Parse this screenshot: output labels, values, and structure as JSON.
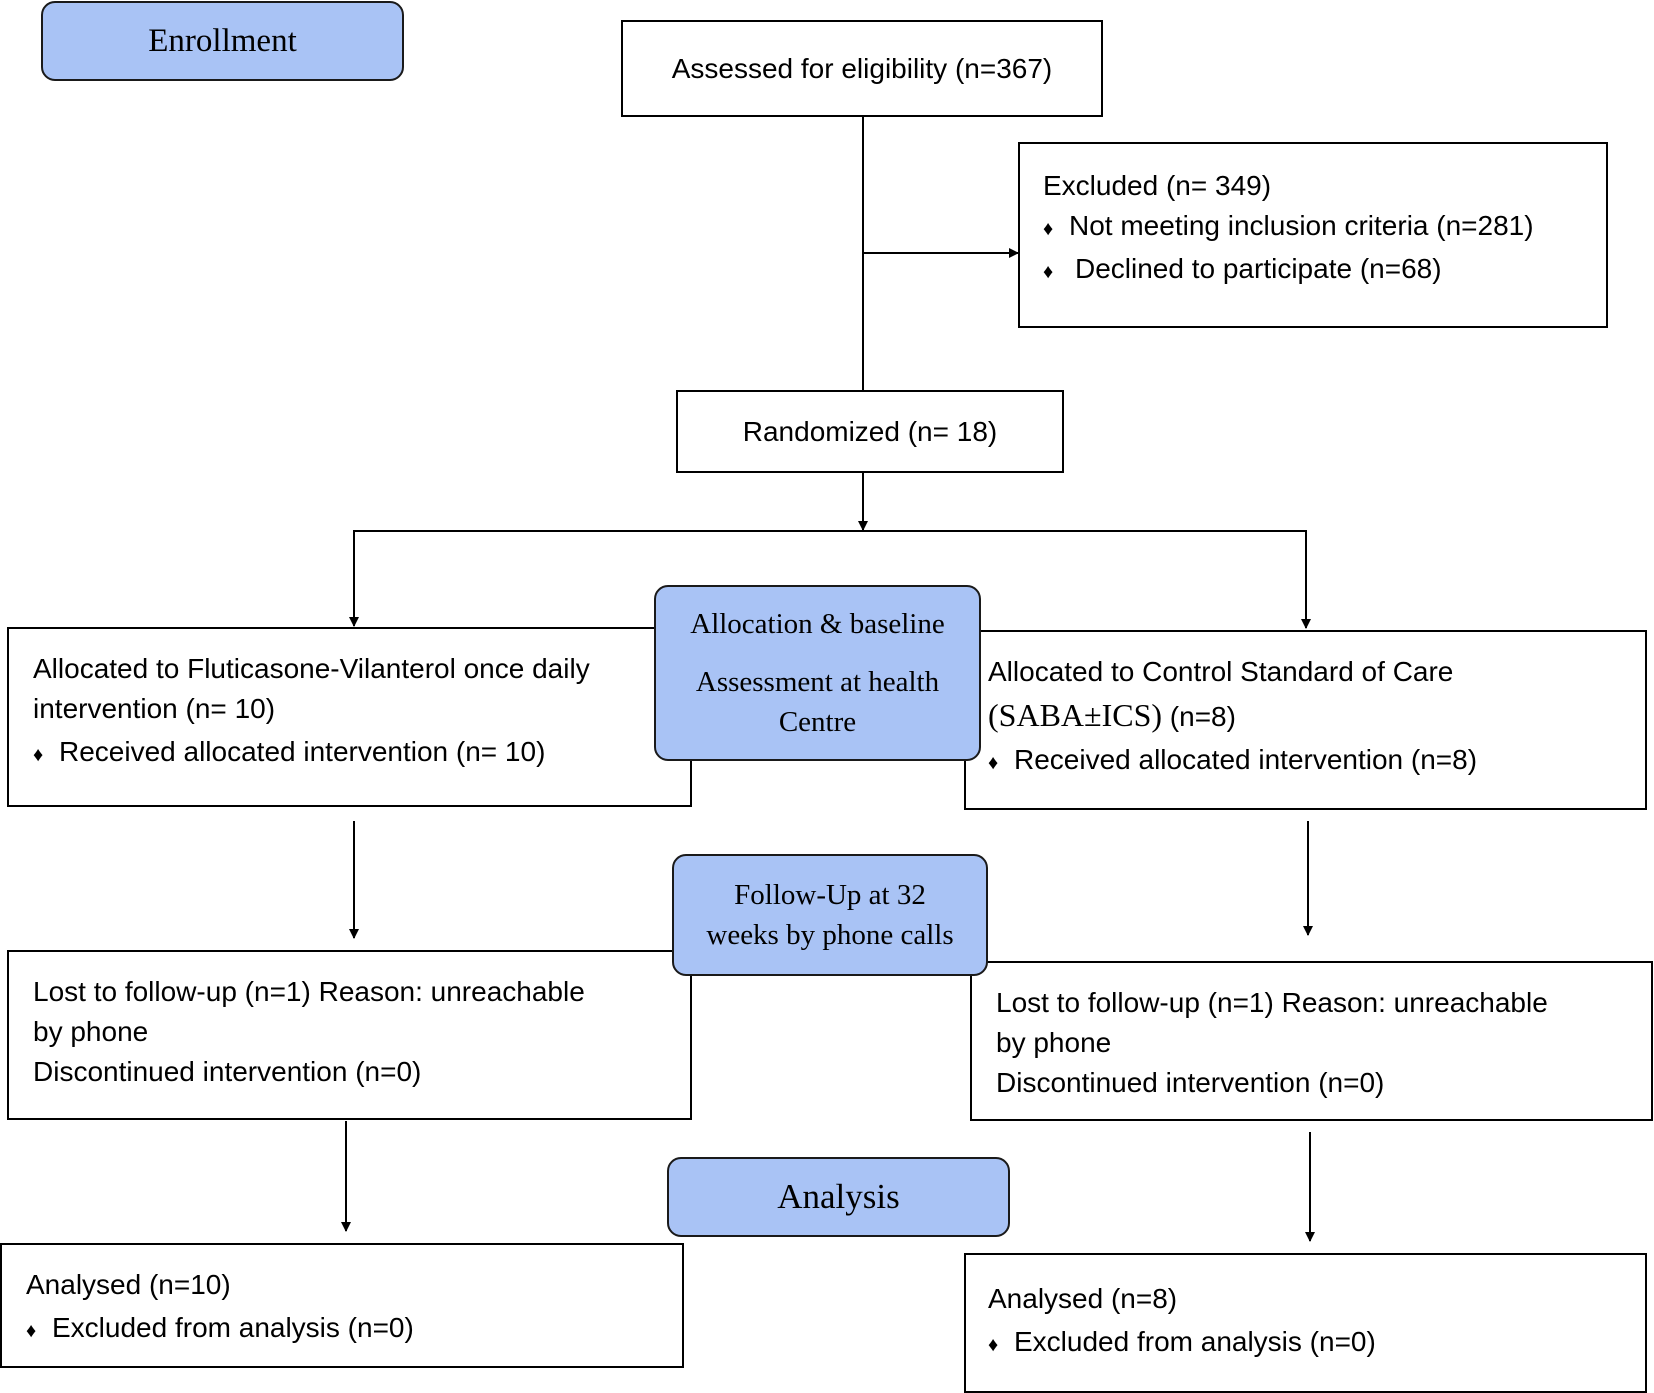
{
  "stages": {
    "enrollment": "Enrollment",
    "allocation_line1": "Allocation & baseline",
    "allocation_line2": "Assessment at health",
    "allocation_line3": "Centre",
    "followup_line1": "Follow-Up at 32",
    "followup_line2": "weeks by phone calls",
    "analysis": "Analysis"
  },
  "assessed": {
    "text": "Assessed for eligibility (n=367)"
  },
  "excluded": {
    "title": "Excluded (n= 349)",
    "items": [
      "Not meeting inclusion criteria (n=281)",
      "Declined to participate (n=68)"
    ]
  },
  "randomized": {
    "text": "Randomized (n= 18)"
  },
  "left_arm": {
    "allocated_line1": "Allocated to Fluticasone-Vilanterol once daily",
    "allocated_line2": "intervention (n= 10)",
    "allocated_item": "Received allocated intervention (n= 10)",
    "lost_line1": "Lost to follow-up (n=1) Reason: unreachable",
    "lost_line2": "by phone",
    "discontinued": "Discontinued intervention (n=0)",
    "analysed": "Analysed (n=10)",
    "analysis_item": "Excluded from analysis (n=0)"
  },
  "right_arm": {
    "allocated_line1": "Allocated to Control Standard of Care",
    "allocated_line2_serif": "(SABA±ICS)",
    "allocated_line2_rest": " (n=8)",
    "allocated_item": "Received allocated intervention (n=8)",
    "lost_line1": "Lost to follow-up (n=1) Reason: unreachable",
    "lost_line2": "by phone",
    "discontinued": "Discontinued intervention (n=0)",
    "analysed": "Analysed (n=8)",
    "analysis_item": "Excluded from analysis (n=0)"
  },
  "bullet_glyph": "♦",
  "colors": {
    "stage_fill": "#a9c3f5",
    "line": "#000000"
  }
}
